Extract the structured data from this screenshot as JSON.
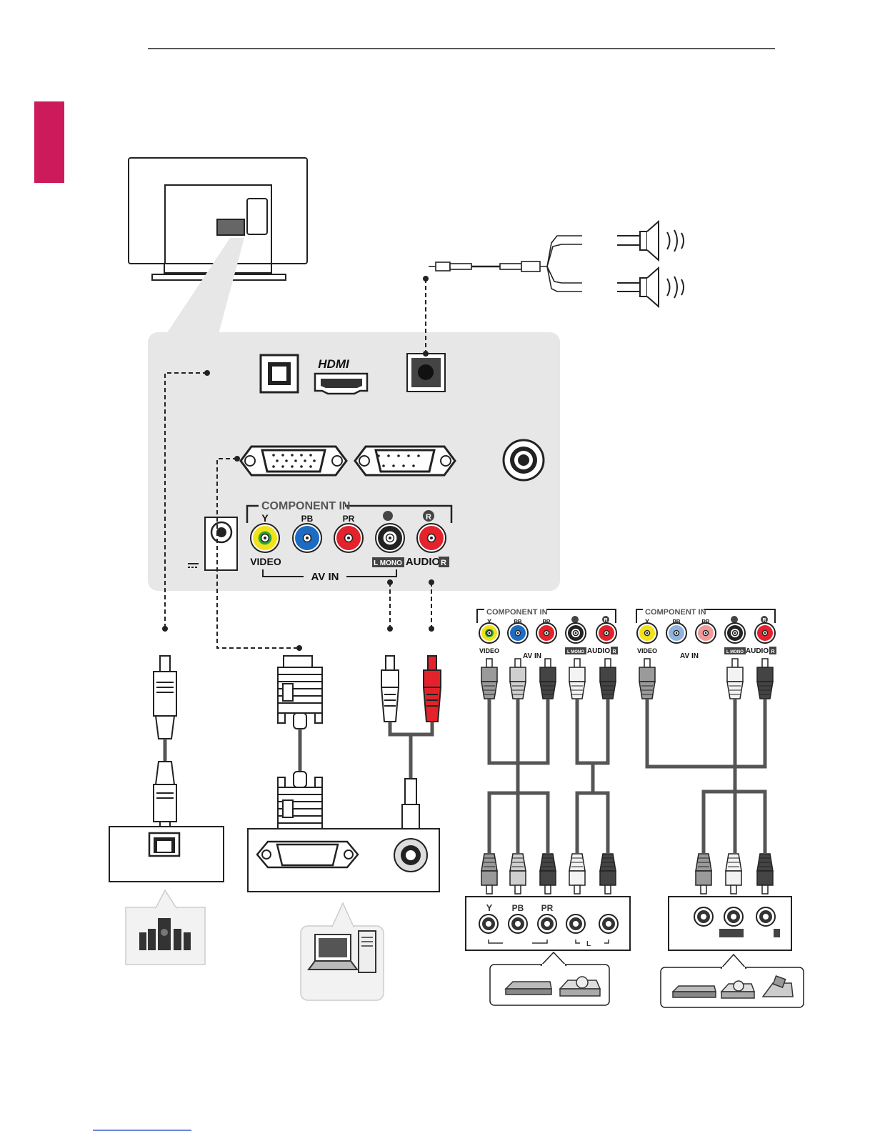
{
  "colors": {
    "side_tab": "#cc1a5a",
    "panel_bg": "#e7e7e7",
    "line_dark": "#1a1a1a",
    "cable_grey": "#555555",
    "jack_yellow": "#f2e21a",
    "jack_green": "#2fa33a",
    "jack_blue": "#1c6cc4",
    "jack_red": "#e3222b",
    "jack_white": "#ffffff"
  },
  "panel": {
    "hdmi_logo": "HDMI",
    "component_in": "COMPONENT IN",
    "y": "Y",
    "pb": "PB",
    "pr": "PR",
    "video": "VIDEO",
    "av_in": "AV IN",
    "l_mono": "L MONO",
    "audio": "AUDIO",
    "r_badge": "R",
    "r_circle": "R"
  },
  "dev_component": {
    "component_in": "COMPONENT IN",
    "y": "Y",
    "pb": "PB",
    "pr": "PR",
    "video": "VIDEO",
    "av_in": "AV IN",
    "l_mono": "L MONO",
    "audio": "AUDIO",
    "r_badge": "R",
    "r_circle": "R",
    "out_y": "Y",
    "out_pb": "PB",
    "out_pr": "PR",
    "out_l": "L"
  },
  "dev_av": {
    "component_in": "COMPONENT IN",
    "y": "Y",
    "pb": "PB",
    "pr": "PR",
    "video": "VIDEO",
    "av_in": "AV IN",
    "l_mono": "L MONO",
    "audio": "AUDIO",
    "r_badge": "R",
    "r_circle": "R"
  },
  "icons": {
    "home_theater": "speaker-system-icon",
    "pc": "laptop-desktop-icon",
    "players_component": "dvd-player-icon",
    "players_av": "vcr-dvd-game-icon",
    "speakers": "speaker-icon"
  }
}
